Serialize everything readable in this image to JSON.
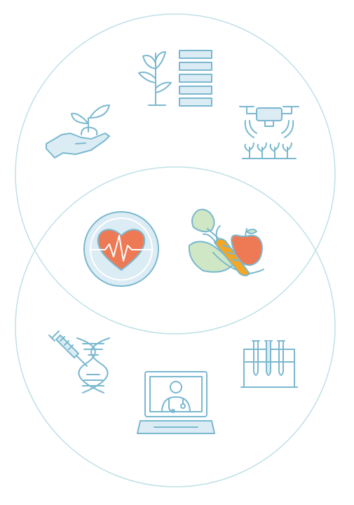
{
  "diagram": {
    "type": "venn",
    "circles": [
      "top-circle",
      "bottom-circle"
    ],
    "regions": {
      "top_only": [
        "hand-with-sprout-icon",
        "plant-and-server-rack-icon",
        "agricultural-drone-icon"
      ],
      "overlap": [
        "heart-rate-icon",
        "fruits-and-vegetables-icon"
      ],
      "bottom_only": [
        "dna-syringe-icon",
        "telemedicine-laptop-icon",
        "test-tubes-icon"
      ]
    }
  },
  "colors": {
    "circle_stroke": "#bfe0e6",
    "icon_stroke": "#7ab8cf",
    "icon_fill_light": "#dcecf4",
    "heart": "#ee7a55",
    "carrot": "#f5a623",
    "apple": "#ee7a55",
    "leaf": "#cfe7c4",
    "leaf_dark": "#8ec9a0"
  }
}
